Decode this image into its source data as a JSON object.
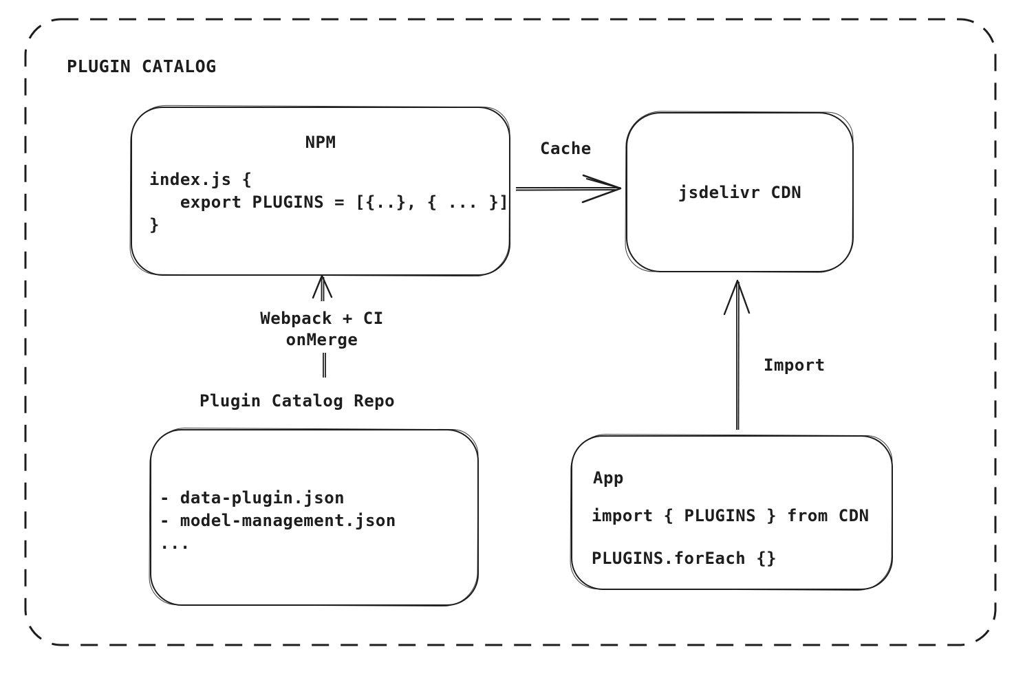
{
  "title": "PLUGIN CATALOG",
  "npm": {
    "title": "NPM",
    "code": [
      "index.js {",
      "   export PLUGINS = [{..}, { ... }]",
      "}"
    ]
  },
  "cdn": {
    "title": "jsdelivr CDN"
  },
  "repo": {
    "label": "Plugin Catalog Repo",
    "files": [
      "- data-plugin.json",
      "- model-management.json",
      "..."
    ]
  },
  "app": {
    "title": "App",
    "code": [
      "import { PLUGINS } from CDN",
      "PLUGINS.forEach {}"
    ]
  },
  "edges": {
    "cache": {
      "label": "Cache"
    },
    "build": {
      "label": "Webpack + CI",
      "sublabel": "onMerge"
    },
    "import": {
      "label": "Import"
    }
  },
  "colors": {
    "stroke": "#1d1d1d",
    "background": "#ffffff"
  }
}
